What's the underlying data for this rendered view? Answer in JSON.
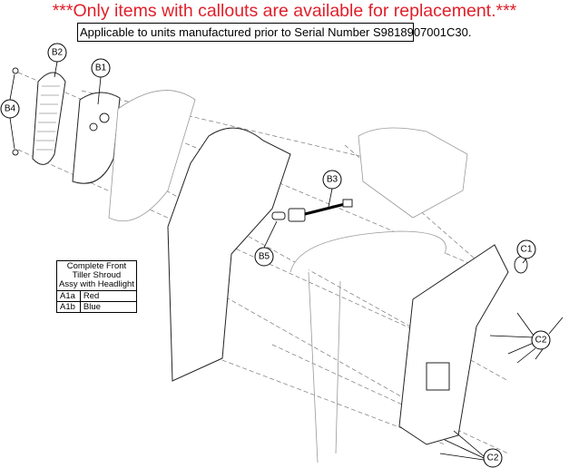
{
  "header": {
    "warning": "***Only items with callouts are available for replacement.***",
    "applicability": "Applicable to units manufactured prior to Serial Number S9818907001C30."
  },
  "callouts": {
    "b1": "B1",
    "b2": "B2",
    "b3": "B3",
    "b4": "B4",
    "b5": "B5",
    "c1": "C1",
    "c2a": "C2",
    "c2b": "C2"
  },
  "legend": {
    "title_lines": [
      "Complete Front",
      "Tiller Shroud",
      "Assy with Headlight"
    ],
    "rows": [
      {
        "code": "A1a",
        "color": "Red"
      },
      {
        "code": "A1b",
        "color": "Blue"
      }
    ]
  },
  "colors": {
    "warning": "#e0202a"
  }
}
